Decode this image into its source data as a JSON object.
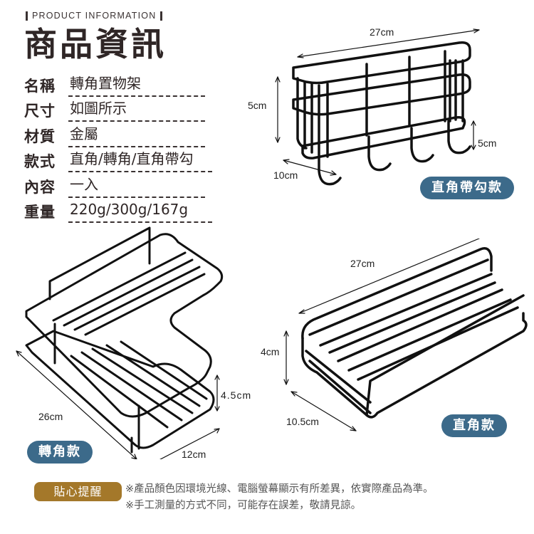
{
  "header": {
    "eyebrow": "PRODUCT INFORMATION",
    "title": "商品資訊"
  },
  "specs": [
    {
      "label": "名稱",
      "value": "轉角置物架"
    },
    {
      "label": "尺寸",
      "value": "如圖所示"
    },
    {
      "label": "材質",
      "value": "金屬"
    },
    {
      "label": "款式",
      "value": "直角/轉角/直角帶勾"
    },
    {
      "label": "內容",
      "value": "一入"
    },
    {
      "label": "重量",
      "value": "220g/300g/167g"
    }
  ],
  "products": {
    "hook_rack": {
      "badge": "直角帶勾款",
      "dims": {
        "length": "27cm",
        "height": "5cm",
        "depth": "10cm",
        "hook": "5cm"
      }
    },
    "corner_rack": {
      "badge": "轉角款",
      "dims": {
        "length": "26cm",
        "height": "4.5cm",
        "width": "12cm"
      }
    },
    "straight_rack": {
      "badge": "直角款",
      "dims": {
        "length": "27cm",
        "height": "4cm",
        "depth": "10.5cm"
      }
    }
  },
  "notice": {
    "label": "貼心提醒",
    "lines": [
      "※產品顏色因環境光線、電腦螢幕顯示有所差異，依實際產品為準。",
      "※手工測量的方式不同，可能存在誤差，敬請見諒。"
    ]
  },
  "colors": {
    "badge_blue": "#3c6a8a",
    "notice_gold": "#a4782a",
    "title_dark": "#2f2626"
  }
}
